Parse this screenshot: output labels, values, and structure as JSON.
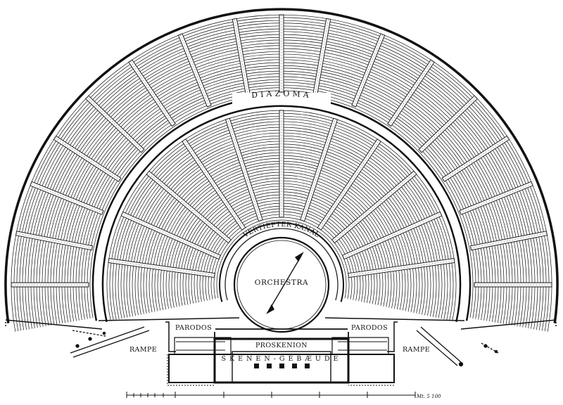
{
  "labels": {
    "diazoma": "DIAZOMA",
    "kanal": "VERTIEFTER KANAL",
    "orchestra": "ORCHESTRA",
    "parodos_left": "PARODOS",
    "parodos_right": "PARODOS",
    "proskenion": "PROSKENION",
    "skenengebaeude": "SKENEN-GEBÆUDE",
    "rampe_left": "RAMPE",
    "rampe_right": "RAMPE",
    "scale_unit": "Mt. 5 100"
  },
  "colors": {
    "ink": "#111111",
    "paper": "#ffffff"
  }
}
